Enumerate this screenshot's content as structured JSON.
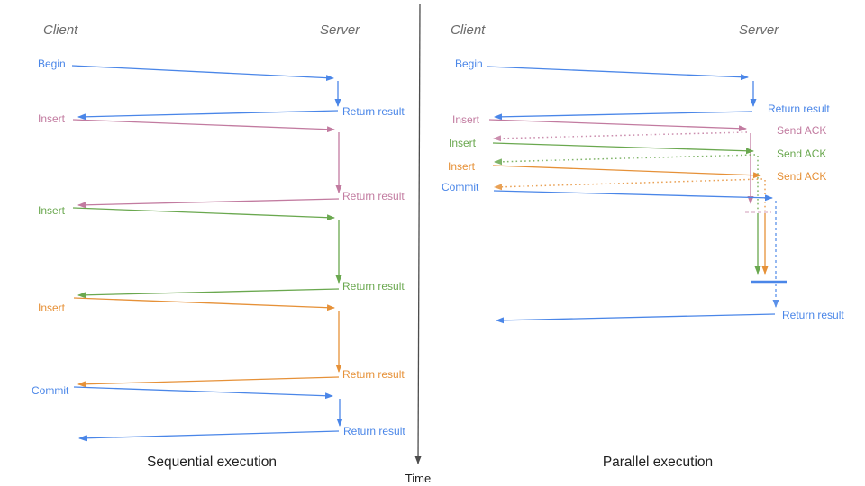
{
  "colors": {
    "blue": "#4a86e8",
    "pink": "#c27ba0",
    "green": "#6aa84f",
    "orange": "#e69138",
    "axis": "#4d4d4d",
    "heading": "#6b6b6b",
    "title": "#1f1f1f"
  },
  "time_axis": {
    "label": "Time"
  },
  "left": {
    "title": "Sequential execution",
    "client": "Client",
    "server": "Server",
    "calls": [
      {
        "request": "Begin",
        "response": "Return result"
      },
      {
        "request": "Insert",
        "response": "Return result"
      },
      {
        "request": "Insert",
        "response": "Return result"
      },
      {
        "request": "Insert",
        "response": "Return result"
      },
      {
        "request": "Commit",
        "response": "Return result"
      }
    ]
  },
  "right": {
    "title": "Parallel execution",
    "client": "Client",
    "server": "Server",
    "calls": [
      {
        "request": "Begin",
        "response": "Return result"
      },
      {
        "request": "Insert",
        "response": "Send ACK"
      },
      {
        "request": "Insert",
        "response": "Send ACK"
      },
      {
        "request": "Insert",
        "response": "Send ACK"
      },
      {
        "request": "Commit",
        "response": "Return result"
      }
    ]
  }
}
